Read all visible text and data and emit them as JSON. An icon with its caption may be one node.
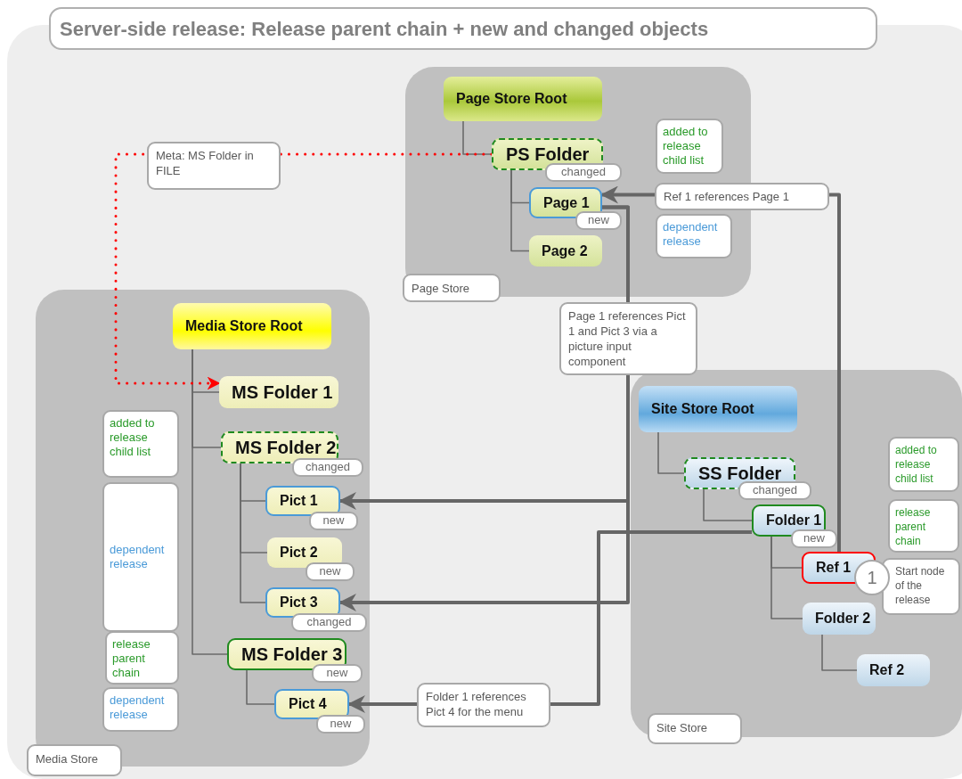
{
  "diagram": {
    "title": "Server-side release: Release parent chain + new and changed objects",
    "nodes": [
      {
        "text": [
          "Page Store"
        ]
      },
      {
        "text": [
          "Page Store Root"
        ],
        "in": 0
      },
      {
        "text": [
          "PS Folder"
        ],
        "beside": [
          "changed"
        ],
        "in": 0
      },
      {
        "text": [
          "Page 1"
        ],
        "beside": [
          "new"
        ],
        "in": 0
      },
      {
        "text": [
          "Page 2"
        ],
        "in": 0
      },
      {
        "text": [
          "added to release child list"
        ],
        "in": 0
      },
      {
        "text": [
          "dependent release"
        ],
        "in": 0
      },
      {
        "text": [
          "Media Store"
        ]
      },
      {
        "text": [
          "Media Store Root"
        ],
        "in": 7
      },
      {
        "text": [
          "MS Folder 1"
        ],
        "in": 7
      },
      {
        "text": [
          "added to release child list"
        ],
        "in": 7
      },
      {
        "text": [
          "MS Folder 2"
        ],
        "beside": [
          "changed"
        ],
        "in": 7
      },
      {
        "text": [
          "dependent release"
        ],
        "in": 7
      },
      {
        "text": [
          "Pict 1"
        ],
        "beside": [
          "new"
        ],
        "in": 7
      },
      {
        "text": [
          "Pict 2"
        ],
        "beside": [
          "new"
        ],
        "in": 7
      },
      {
        "text": [
          "Pict 3"
        ],
        "beside": [
          "changed"
        ],
        "in": 7
      },
      {
        "text": [
          "release parent chain"
        ],
        "in": 7
      },
      {
        "text": [
          "MS Folder 3"
        ],
        "beside": [
          "new"
        ],
        "in": 7
      },
      {
        "text": [
          "dependent release"
        ],
        "in": 7
      },
      {
        "text": [
          "Pict 4"
        ],
        "beside": [
          "new"
        ],
        "in": 7
      },
      {
        "text": [
          "Site Store"
        ]
      },
      {
        "text": [
          "Site Store Root"
        ],
        "in": 20
      },
      {
        "text": [
          "SS Folder"
        ],
        "beside": [
          "changed"
        ],
        "in": 20
      },
      {
        "text": [
          "Folder 1"
        ],
        "beside": [
          "new"
        ],
        "in": 20
      },
      {
        "text": [
          "Ref 1"
        ],
        "in": 20
      },
      {
        "text": [
          "Folder 2"
        ],
        "in": 20
      },
      {
        "text": [
          "Ref 2"
        ],
        "in": 20
      },
      {
        "text": [
          "added to release child list"
        ],
        "in": 20
      },
      {
        "text": [
          "release parent chain"
        ],
        "in": 20
      },
      {
        "text": [
          "1"
        ],
        "in": 20
      },
      {
        "text": [
          "Start node of the release"
        ],
        "in": 20
      }
    ],
    "edges": [
      {
        "from": 1,
        "to": 2,
        "arrow": "none"
      },
      {
        "from": 2,
        "to": 3,
        "arrow": "none"
      },
      {
        "from": 2,
        "to": 4,
        "arrow": "none"
      },
      {
        "from": 8,
        "to": 9,
        "arrow": "none"
      },
      {
        "from": 8,
        "to": 11,
        "arrow": "none"
      },
      {
        "from": 8,
        "to": 17,
        "arrow": "none"
      },
      {
        "from": 11,
        "to": 13,
        "arrow": "none"
      },
      {
        "from": 11,
        "to": 14,
        "arrow": "none"
      },
      {
        "from": 11,
        "to": 15,
        "arrow": "none"
      },
      {
        "from": 17,
        "to": 19,
        "arrow": "none"
      },
      {
        "from": 21,
        "to": 22,
        "arrow": "none"
      },
      {
        "from": 22,
        "to": 23,
        "arrow": "none"
      },
      {
        "from": 23,
        "to": 24,
        "arrow": "none"
      },
      {
        "from": 23,
        "to": 25,
        "arrow": "none"
      },
      {
        "from": 25,
        "to": 26,
        "arrow": "none"
      },
      {
        "from": 2,
        "to": 9,
        "arrow": "to",
        "label": "Meta: MS Folder in FILE",
        "style": "dashed",
        "color": "#ff0000"
      },
      {
        "from": 24,
        "to": 3,
        "arrow": "to",
        "label": "Ref 1 references Page 1",
        "style": "thick"
      },
      {
        "from": 3,
        "to": 13,
        "arrow": "to",
        "label": "Page 1 references Pict 1 and Pict 3 via a picture input component",
        "style": "thick"
      },
      {
        "from": 3,
        "to": 15,
        "arrow": "to",
        "style": "thick"
      },
      {
        "from": 23,
        "to": 19,
        "arrow": "to",
        "label": "Folder 1 references Pict 4 for the menu",
        "style": "thick"
      }
    ]
  }
}
